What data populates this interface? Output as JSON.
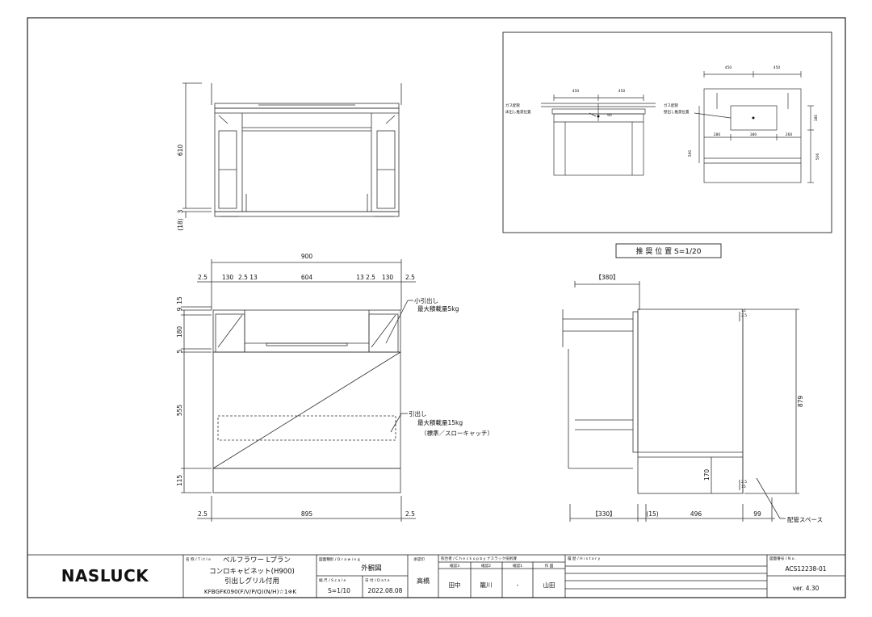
{
  "top_view": {
    "dim_610": "610",
    "dim_3": "3",
    "dim_18": "(18)"
  },
  "recommended_panel": {
    "front_dims": [
      "450",
      "450"
    ],
    "right_dims_top": [
      "450",
      "450"
    ],
    "gas_label_left": [
      "ガス配管",
      "床出し推奨位置"
    ],
    "gas_label_right": [
      "ガス配管",
      "壁出し推奨位置"
    ],
    "dim_90": "90",
    "dim_180": "180",
    "dim_590": "590",
    "dim_506": "506",
    "dims_280_380_260": [
      "280",
      "380",
      "260"
    ],
    "caption": "推 奨 位 置  S=1/20"
  },
  "front_view": {
    "total_width": "900",
    "top_dims": [
      "2.5",
      "130",
      "2.5",
      "13",
      "604",
      "13",
      "2.5",
      "130",
      "2.5"
    ],
    "left_dims": [
      "9",
      "15",
      "180",
      "5",
      "555",
      "115"
    ],
    "bottom_dims": [
      "2.5",
      "895",
      "2.5"
    ],
    "small_drawer_note": [
      "小引出し",
      "最大積載量5kg"
    ],
    "drawer_note": [
      "引出し",
      "最大積載量15kg",
      "（標準／スローキャッチ）"
    ]
  },
  "side_view": {
    "dim_380": "【380】",
    "dim_879": "879",
    "dim_170": "170",
    "bottom_dims": [
      "【330】",
      "(15)",
      "496",
      "99"
    ],
    "tiny_dims": [
      "15",
      "2.5",
      "2.5",
      "15"
    ],
    "piping_note": "配管スペース"
  },
  "title_block": {
    "logo": "NASLUCK",
    "title_label": "名 称 / T i t l e",
    "title_lines": [
      "ベルフラワー Lプラン",
      "コンロキャビネット(H900)",
      "引出しグリル付用",
      "KFBGFK090(F/V/P/Q)(N/H)☆1※K"
    ],
    "drawing_label": "図面種別 / D r a w i n g",
    "drawing_value": "外観図",
    "scale_label": "縮 尺 / S c a l e",
    "scale_value": "S=1/10",
    "date_label": "日 付 / D a t e",
    "date_value": "2022.08.08",
    "approver_label": "承認印",
    "approver_value": "高橋",
    "check_label": "照合者 / C h e c k   u p   b y  ナスラック技術課",
    "check_cols": [
      "確認3",
      "確認2",
      "確認1",
      "作 図"
    ],
    "check_values": [
      "田中",
      "籠川",
      "-",
      "山田"
    ],
    "history_label": "履 歴 / H i s t o r y",
    "number_label": "図面番号 / N o .",
    "number_value": "ACS12238-01",
    "version_value": "ver. 4.30"
  }
}
